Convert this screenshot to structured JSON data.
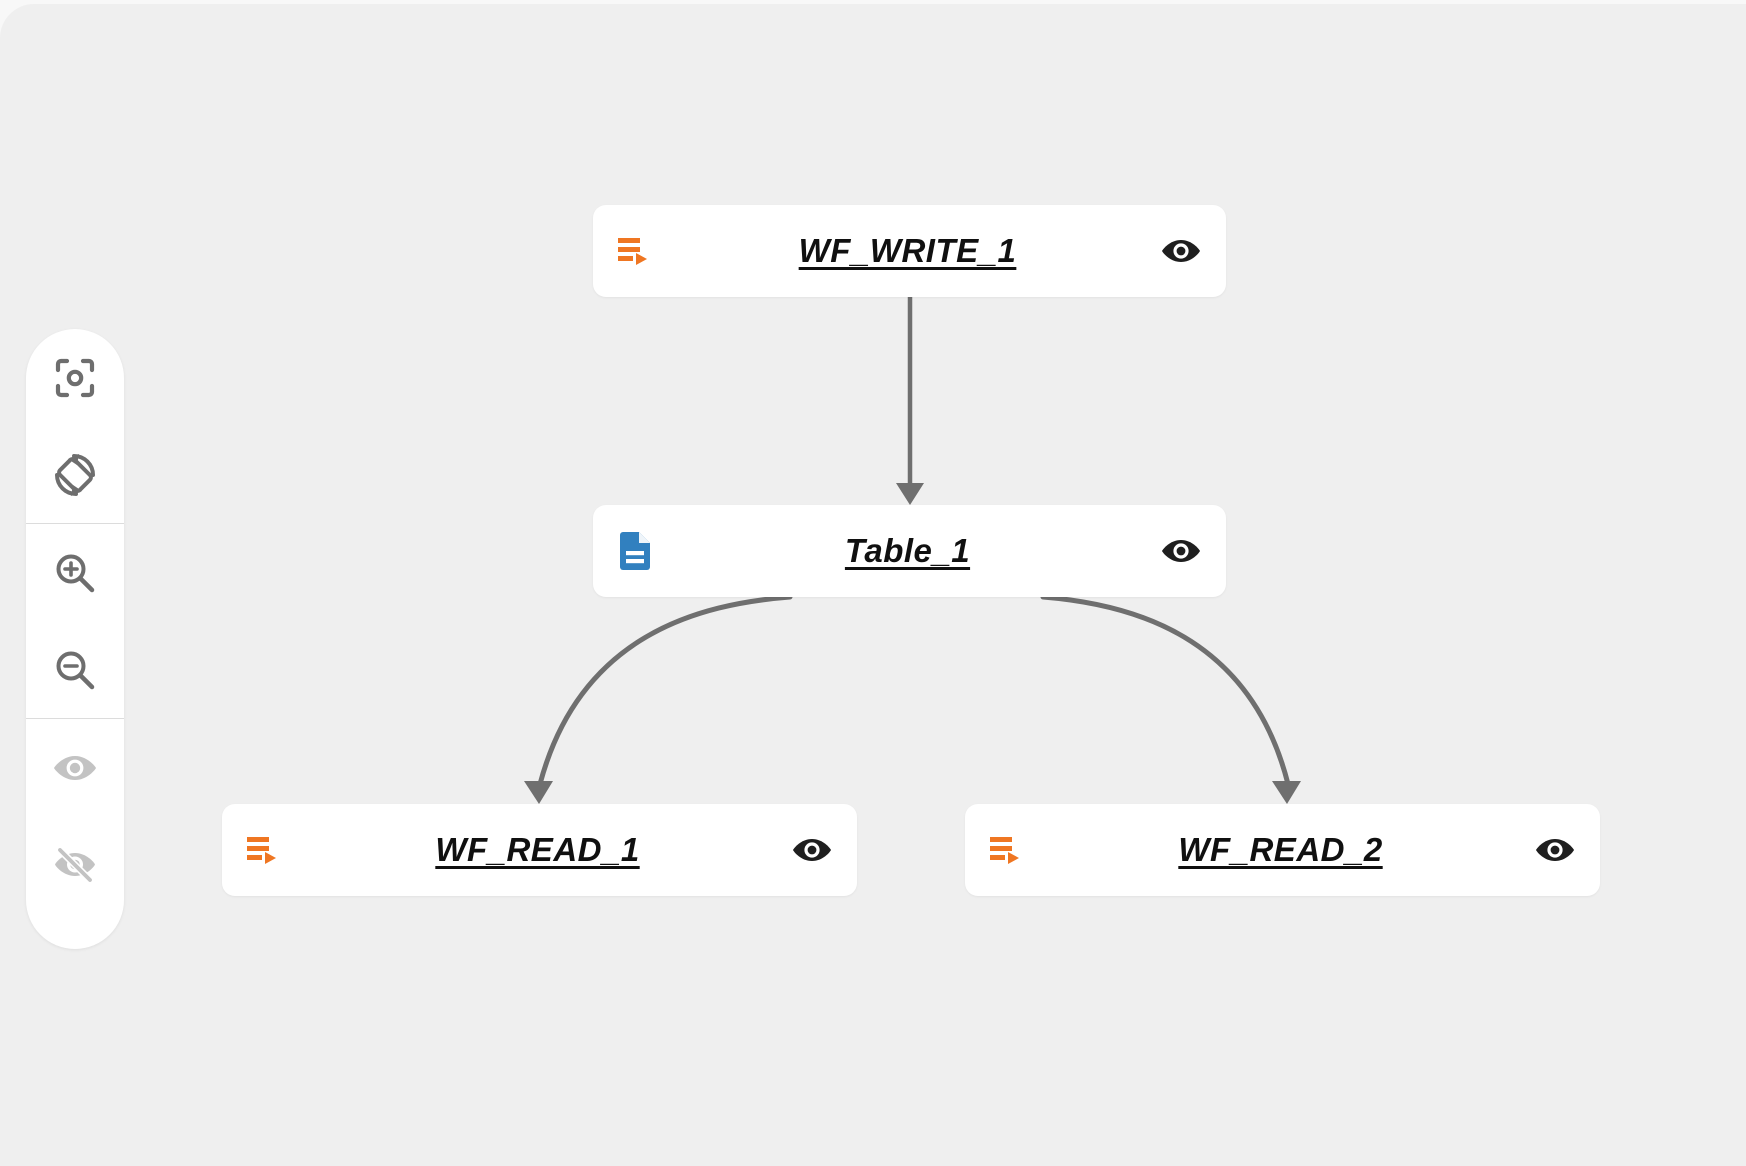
{
  "canvas": {
    "background_color": "#efefef",
    "page_background_color": "#f8f8f8"
  },
  "theme": {
    "node_background": "#ffffff",
    "node_label_color": "#101010",
    "workflow_icon_color": "#ef7622",
    "table_icon_color": "#3180bf",
    "eye_icon_color": "#1f1f1f",
    "edge_color": "#6f6f6f",
    "toolbar_icon_color": "#6e6e6e",
    "toolbar_icon_muted_color": "#c3c3c3"
  },
  "graph": {
    "nodes": [
      {
        "id": "WF_WRITE_1",
        "label": "WF_WRITE_1",
        "icon": "workflow-icon",
        "eye_icon": "eye-icon",
        "type": "workflow"
      },
      {
        "id": "Table_1",
        "label": "Table_1",
        "icon": "table-document-icon",
        "eye_icon": "eye-icon",
        "type": "table"
      },
      {
        "id": "WF_READ_1",
        "label": "WF_READ_1",
        "icon": "workflow-icon",
        "eye_icon": "eye-icon",
        "type": "workflow"
      },
      {
        "id": "WF_READ_2",
        "label": "WF_READ_2",
        "icon": "workflow-icon",
        "eye_icon": "eye-icon",
        "type": "workflow"
      }
    ],
    "edges": [
      {
        "from": "WF_WRITE_1",
        "to": "Table_1",
        "style": "straight",
        "arrow": "triangle"
      },
      {
        "from": "Table_1",
        "to": "WF_READ_1",
        "style": "curved",
        "arrow": "triangle"
      },
      {
        "from": "Table_1",
        "to": "WF_READ_2",
        "style": "curved",
        "arrow": "triangle"
      }
    ]
  },
  "toolbar": {
    "groups": [
      {
        "buttons": [
          {
            "id": "fit-to-screen",
            "icon": "focus-frame-icon",
            "tooltip": "Fit to screen",
            "state": "enabled"
          },
          {
            "id": "rotate-layout",
            "icon": "screen-rotation-icon",
            "tooltip": "Rotate layout",
            "state": "enabled"
          }
        ]
      },
      {
        "buttons": [
          {
            "id": "zoom-in",
            "icon": "zoom-in-icon",
            "tooltip": "Zoom in",
            "state": "enabled"
          },
          {
            "id": "zoom-out",
            "icon": "zoom-out-icon",
            "tooltip": "Zoom out",
            "state": "enabled"
          }
        ]
      },
      {
        "buttons": [
          {
            "id": "show-all",
            "icon": "eye-icon",
            "tooltip": "Show all",
            "state": "muted"
          },
          {
            "id": "hide-all",
            "icon": "eye-off-icon",
            "tooltip": "Hide all",
            "state": "muted"
          }
        ]
      }
    ]
  }
}
